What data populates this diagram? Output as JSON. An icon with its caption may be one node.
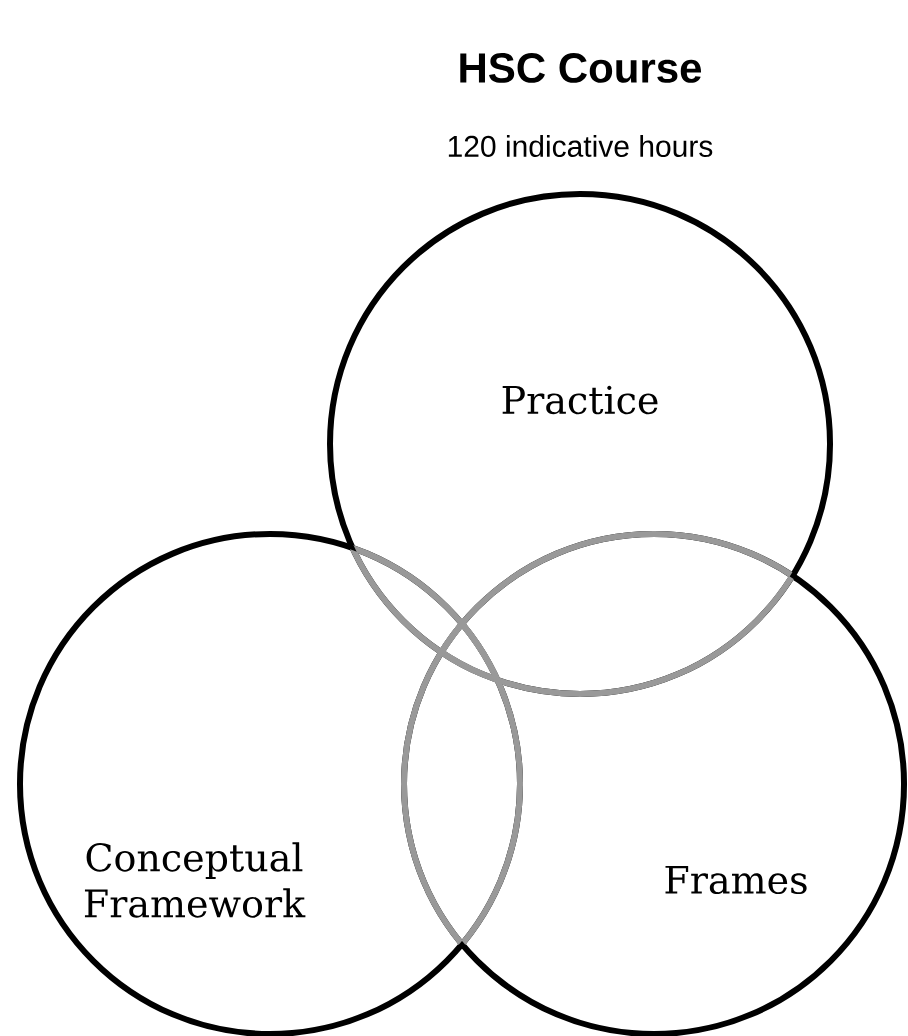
{
  "diagram": {
    "title": "HSC Course",
    "labels": [
      "120 indicative hours"
    ],
    "nodes": [
      {
        "text": [
          "Practice"
        ]
      },
      {
        "text": [
          "Conceptual Framework"
        ]
      },
      {
        "text": [
          "Frames"
        ]
      }
    ]
  }
}
